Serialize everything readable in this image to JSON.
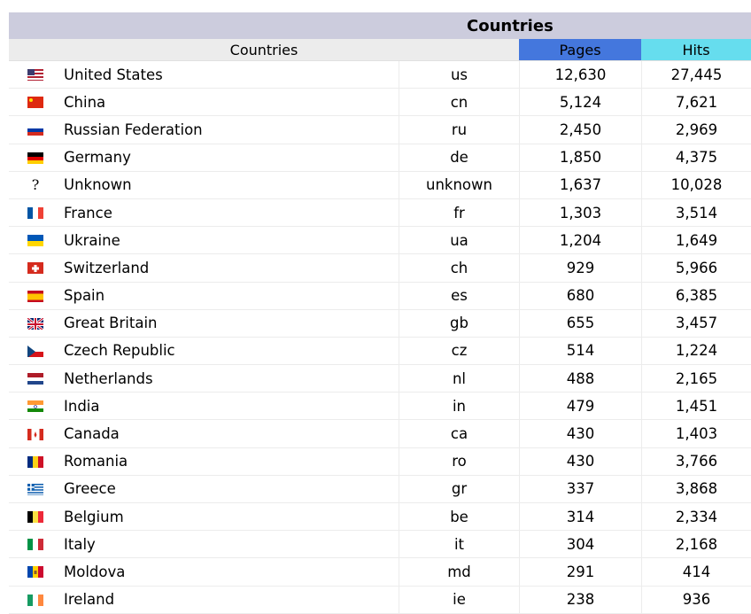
{
  "table": {
    "title": "Countries",
    "headers": {
      "countries": "Countries",
      "pages": "Pages",
      "hits": "Hits"
    },
    "colors": {
      "title_bg": "#ccccdd",
      "pages_header": "#4477dd",
      "hits_header": "#66ddee"
    },
    "rows": [
      {
        "name": "United States",
        "code": "us",
        "pages": "12,630",
        "hits": "27,445",
        "flag_icon": "flag-us-icon"
      },
      {
        "name": "China",
        "code": "cn",
        "pages": "5,124",
        "hits": "7,621",
        "flag_icon": "flag-cn-icon"
      },
      {
        "name": "Russian Federation",
        "code": "ru",
        "pages": "2,450",
        "hits": "2,969",
        "flag_icon": "flag-ru-icon"
      },
      {
        "name": "Germany",
        "code": "de",
        "pages": "1,850",
        "hits": "4,375",
        "flag_icon": "flag-de-icon"
      },
      {
        "name": "Unknown",
        "code": "unknown",
        "pages": "1,637",
        "hits": "10,028",
        "flag_icon": "question-mark-icon"
      },
      {
        "name": "France",
        "code": "fr",
        "pages": "1,303",
        "hits": "3,514",
        "flag_icon": "flag-fr-icon"
      },
      {
        "name": "Ukraine",
        "code": "ua",
        "pages": "1,204",
        "hits": "1,649",
        "flag_icon": "flag-ua-icon"
      },
      {
        "name": "Switzerland",
        "code": "ch",
        "pages": "929",
        "hits": "5,966",
        "flag_icon": "flag-ch-icon"
      },
      {
        "name": "Spain",
        "code": "es",
        "pages": "680",
        "hits": "6,385",
        "flag_icon": "flag-es-icon"
      },
      {
        "name": "Great Britain",
        "code": "gb",
        "pages": "655",
        "hits": "3,457",
        "flag_icon": "flag-gb-icon"
      },
      {
        "name": "Czech Republic",
        "code": "cz",
        "pages": "514",
        "hits": "1,224",
        "flag_icon": "flag-cz-icon"
      },
      {
        "name": "Netherlands",
        "code": "nl",
        "pages": "488",
        "hits": "2,165",
        "flag_icon": "flag-nl-icon"
      },
      {
        "name": "India",
        "code": "in",
        "pages": "479",
        "hits": "1,451",
        "flag_icon": "flag-in-icon"
      },
      {
        "name": "Canada",
        "code": "ca",
        "pages": "430",
        "hits": "1,403",
        "flag_icon": "flag-ca-icon"
      },
      {
        "name": "Romania",
        "code": "ro",
        "pages": "430",
        "hits": "3,766",
        "flag_icon": "flag-ro-icon"
      },
      {
        "name": "Greece",
        "code": "gr",
        "pages": "337",
        "hits": "3,868",
        "flag_icon": "flag-gr-icon"
      },
      {
        "name": "Belgium",
        "code": "be",
        "pages": "314",
        "hits": "2,334",
        "flag_icon": "flag-be-icon"
      },
      {
        "name": "Italy",
        "code": "it",
        "pages": "304",
        "hits": "2,168",
        "flag_icon": "flag-it-icon"
      },
      {
        "name": "Moldova",
        "code": "md",
        "pages": "291",
        "hits": "414",
        "flag_icon": "flag-md-icon"
      },
      {
        "name": "Ireland",
        "code": "ie",
        "pages": "238",
        "hits": "936",
        "flag_icon": "flag-ie-icon"
      }
    ]
  }
}
